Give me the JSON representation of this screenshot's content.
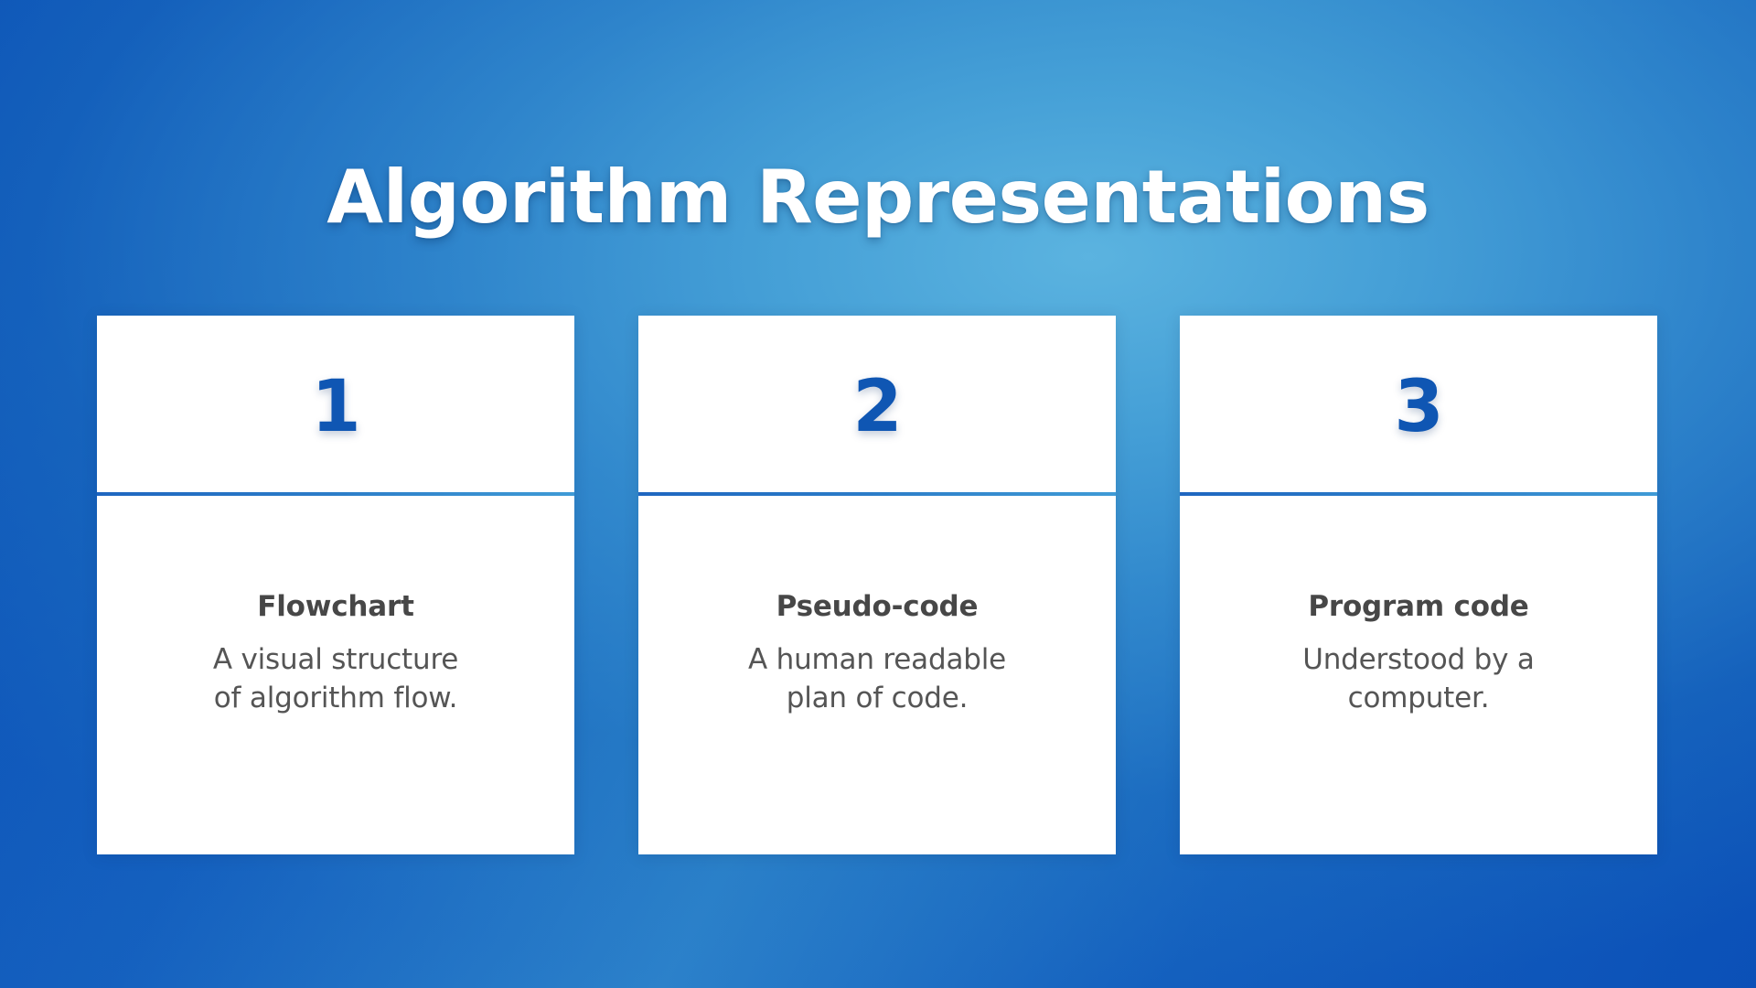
{
  "slide": {
    "title": "Algorithm Representations",
    "background": {
      "deep_blue": "#0c52b8",
      "light_blue": "#3c9bd6"
    }
  },
  "colors": {
    "number_blue": "#0f56b3",
    "divider_blue": "#2b7cc8",
    "heading_gray": "#474747",
    "body_gray": "#555555",
    "card_background": "#ffffff"
  },
  "cards": [
    {
      "number": "1",
      "heading": "Flowchart",
      "desc_line1": "A visual structure",
      "desc_line2": "of algorithm flow."
    },
    {
      "number": "2",
      "heading": "Pseudo-code",
      "desc_line1": "A human readable",
      "desc_line2": "plan of code."
    },
    {
      "number": "3",
      "heading": "Program code",
      "desc_line1": "Understood by a",
      "desc_line2": "computer."
    }
  ]
}
